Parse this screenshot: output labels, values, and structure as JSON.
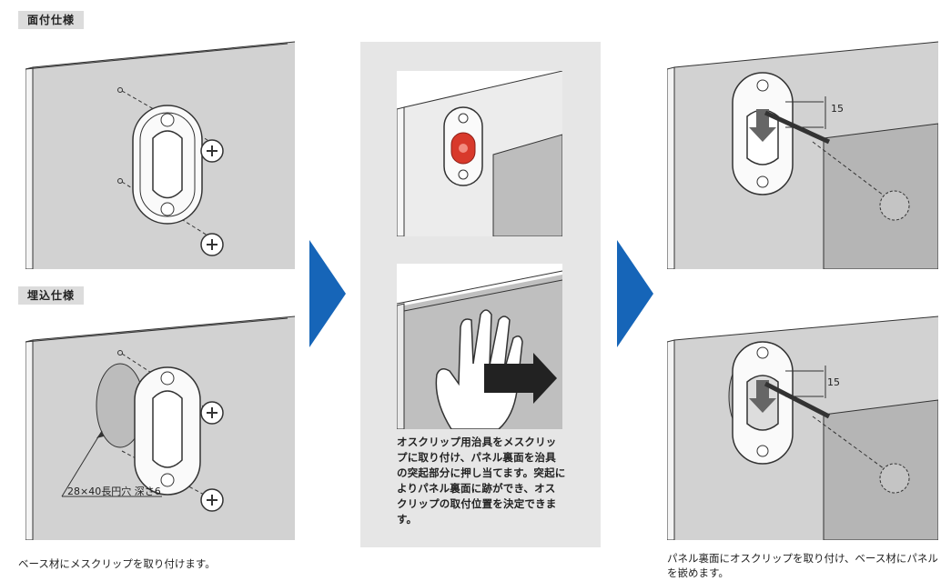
{
  "labels": {
    "surface_spec": "面付仕様",
    "embed_spec": "埋込仕様",
    "hole_note": "28×40長円穴 深さ6",
    "dimension": "15"
  },
  "captions": {
    "left": "ベース材にメスクリップを取り付けます。",
    "middle": "オスクリップ用治具をメスクリップに取り付け、パネル裏面を治具の突起部分に押し当てます。突起によりパネル裏面に跡ができ、オスクリップの取付位置を決定できます。",
    "right": "パネル裏面にオスクリップを取り付け、ベース材にパネルを嵌めます。"
  },
  "colors": {
    "arrow_blue": "#1665b8",
    "jig_red": "#d8392b",
    "wall_gray": "#d2d2d2",
    "panel_gray": "#c8c8c8",
    "mid_bg": "#e6e6e6"
  },
  "icons": [
    "step-arrow-icon",
    "screw-icon",
    "clip-icon",
    "hand-icon",
    "push-arrow-icon"
  ]
}
